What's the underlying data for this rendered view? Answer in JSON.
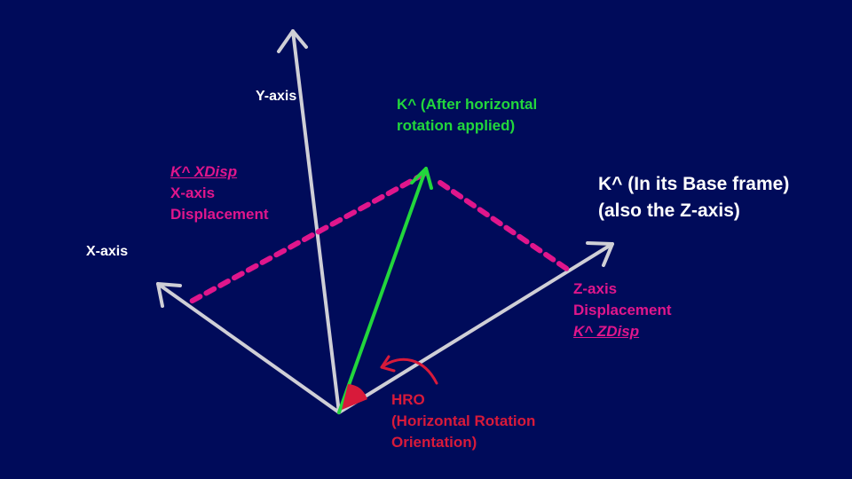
{
  "colors": {
    "background": "#000B5A",
    "axis": "#CFCFD6",
    "k_after": "#22D63C",
    "displacement": "#E0168C",
    "hro": "#D81A3A",
    "white_text": "#FFFFFF"
  },
  "labels": {
    "y_axis": "Y-axis",
    "x_axis": "X-axis",
    "k_after_line1": "K^ (After horizontal",
    "k_after_line2": "rotation applied)",
    "k_base_line1": "K^ (In its Base frame)",
    "k_base_line2": "(also the Z-axis)",
    "xdisp_title": "K^  XDisp",
    "xdisp_line1": "X-axis",
    "xdisp_line2": "Displacement",
    "zdisp_line1": "Z-axis",
    "zdisp_line2": "Displacement",
    "zdisp_title": "K^  ZDisp",
    "hro_line1": "HRO",
    "hro_line2": "(Horizontal Rotation",
    "hro_line3": "Orientation)"
  }
}
